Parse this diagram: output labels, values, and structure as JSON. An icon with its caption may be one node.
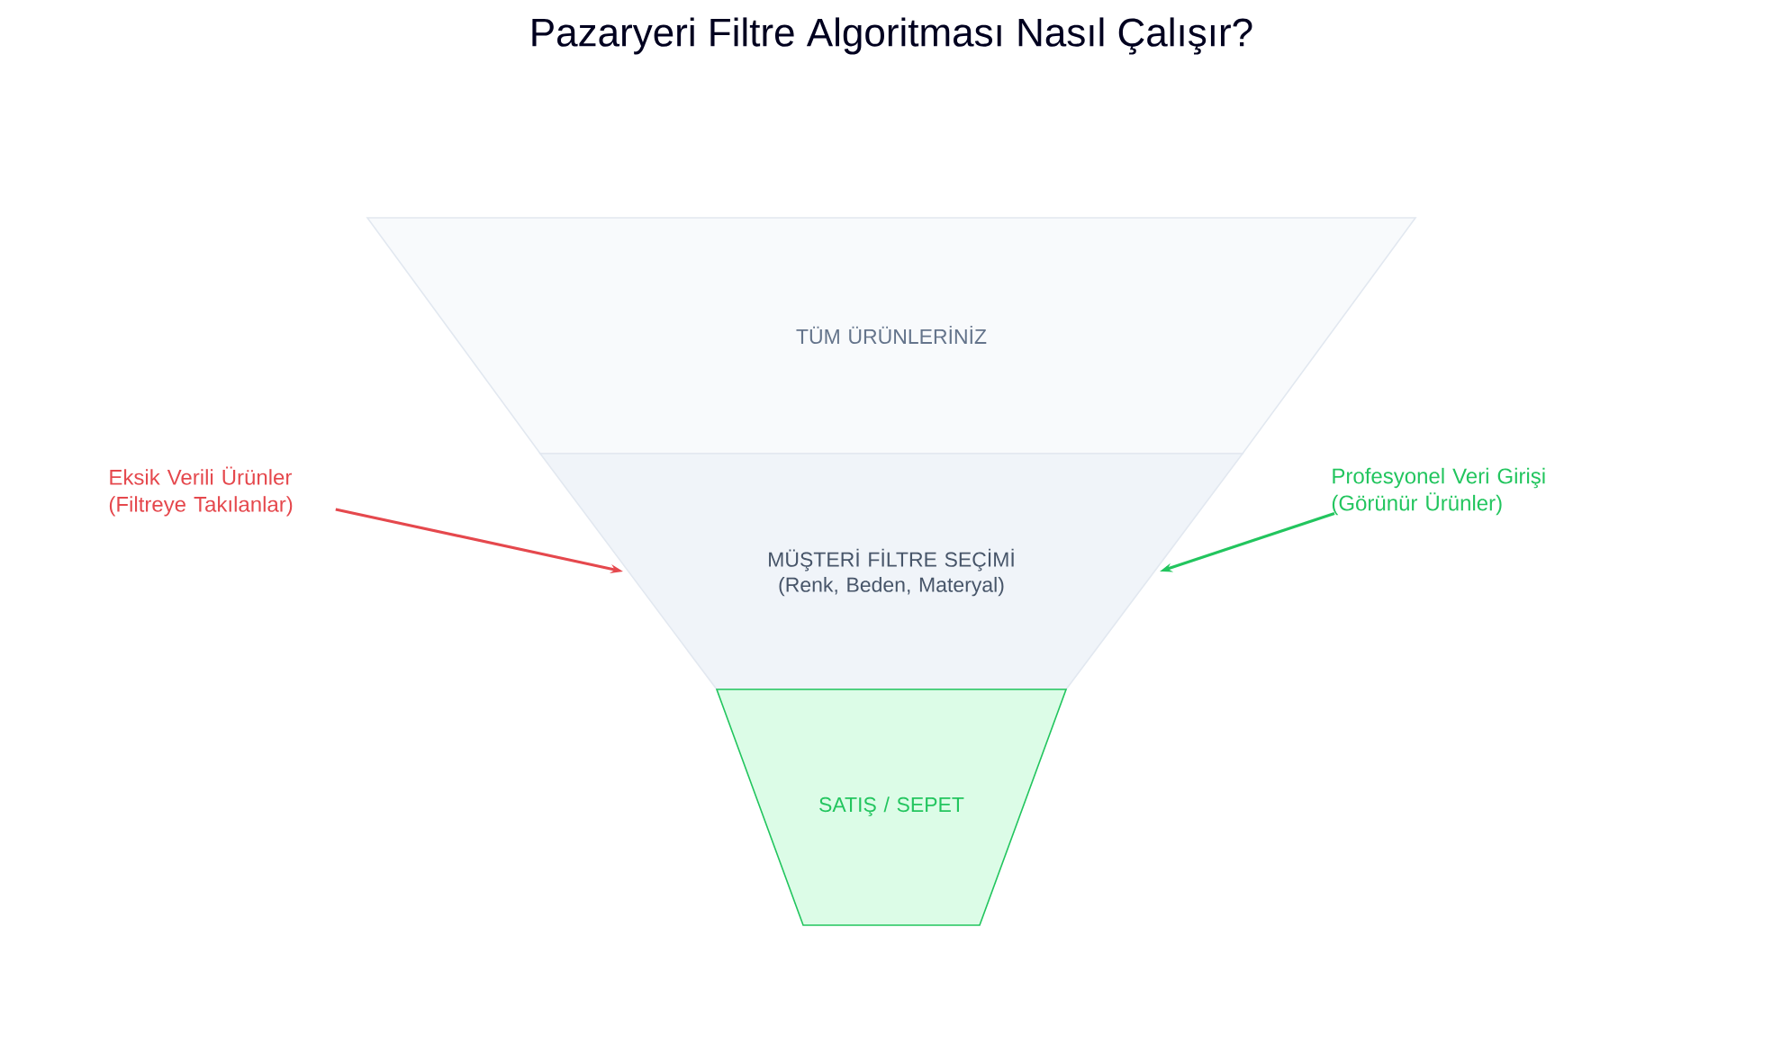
{
  "diagram": {
    "title": "Pazaryeri Filtre Algoritması Nasıl Çalışır?",
    "nodes": [
      {
        "text": [
          "TÜM ÜRÜNLERİNİZ"
        ]
      },
      {
        "text": [
          "MÜŞTERİ FİLTRE SEÇİMİ (Renk, Beden, Materyal)"
        ]
      },
      {
        "text": [
          "SATIŞ / SEPET"
        ]
      },
      {
        "text": [
          "Eksik Verili Ürünler (Filtreye Takılanlar)"
        ]
      },
      {
        "text": [
          "Profesyonel Veri Girişi (Görünür Ürünler)"
        ]
      }
    ],
    "edges": [
      {
        "from": 3,
        "to": 1,
        "arrow": "to",
        "color": "#e5484d"
      },
      {
        "from": 4,
        "to": 1,
        "arrow": "to",
        "color": "#22c55e"
      }
    ]
  }
}
